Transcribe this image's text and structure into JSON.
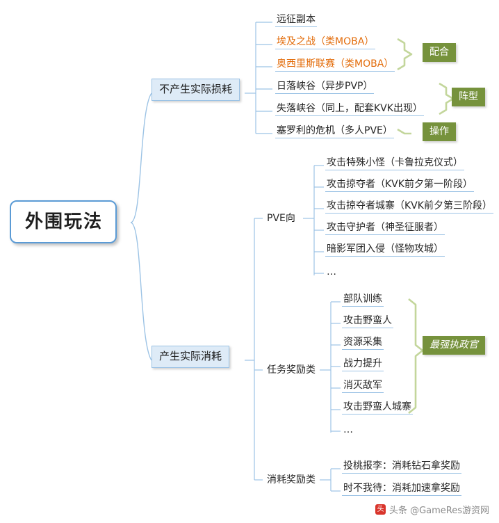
{
  "diagram": {
    "root": {
      "label": "外围玩法"
    },
    "branches": [
      {
        "id": "b1",
        "label": "不产生实际损耗"
      },
      {
        "id": "b2",
        "label": "产生实际消耗"
      }
    ],
    "mid_labels": [
      {
        "id": "m1",
        "label": "PVE向"
      },
      {
        "id": "m2",
        "label": "任务奖励类"
      },
      {
        "id": "m3",
        "label": "消耗奖励类"
      }
    ],
    "group_b1": [
      {
        "id": "b1l1",
        "label": "远征副本",
        "color": "normal"
      },
      {
        "id": "b1l2",
        "label": "埃及之战（类MOBA）",
        "color": "orange"
      },
      {
        "id": "b1l3",
        "label": "奥西里斯联赛（类MOBA）",
        "color": "orange"
      },
      {
        "id": "b1l4",
        "label": "日落峡谷（异步PVP）",
        "color": "normal"
      },
      {
        "id": "b1l5",
        "label": "失落峡谷（同上，配套KVK出现）",
        "color": "normal"
      },
      {
        "id": "b1l6",
        "label": "塞罗利的危机（多人PVE）",
        "color": "normal"
      }
    ],
    "group_pve": [
      {
        "id": "p1",
        "label": "攻击特殊小怪（卡鲁拉克仪式）"
      },
      {
        "id": "p2",
        "label": "攻击掠夺者（KVK前夕第一阶段）"
      },
      {
        "id": "p3",
        "label": "攻击掠夺者城寨（KVK前夕第三阶段）"
      },
      {
        "id": "p4",
        "label": "攻击守护者（神圣征服者）"
      },
      {
        "id": "p5",
        "label": "暗影军团入侵（怪物攻城）"
      },
      {
        "id": "p6",
        "label": "…"
      }
    ],
    "group_task": [
      {
        "id": "t1",
        "label": "部队训练"
      },
      {
        "id": "t2",
        "label": "攻击野蛮人"
      },
      {
        "id": "t3",
        "label": "资源采集"
      },
      {
        "id": "t4",
        "label": "战力提升"
      },
      {
        "id": "t5",
        "label": "消灭敌军"
      },
      {
        "id": "t6",
        "label": "攻击野蛮人城寨"
      },
      {
        "id": "t7",
        "label": "…"
      }
    ],
    "group_consume": [
      {
        "id": "c1",
        "label": "投桃报李：消耗钻石拿奖励"
      },
      {
        "id": "c2",
        "label": "时不我待：消耗加速拿奖励"
      }
    ],
    "tags": [
      {
        "id": "tag1",
        "label": "配合"
      },
      {
        "id": "tag2",
        "label": "阵型"
      },
      {
        "id": "tag3",
        "label": "操作"
      },
      {
        "id": "tag4",
        "label": "最强执政官"
      }
    ],
    "watermark": {
      "badge": "头",
      "text": "头条 @GameRes游资网"
    }
  },
  "colors": {
    "blue_fill": "#deebf7",
    "blue_line": "#9cc3e5",
    "root_border": "#5b9bd5",
    "olive": "#76923c",
    "orange_text": "#e36c0a",
    "brace_green": "#c3d69b",
    "text": "#262626"
  }
}
